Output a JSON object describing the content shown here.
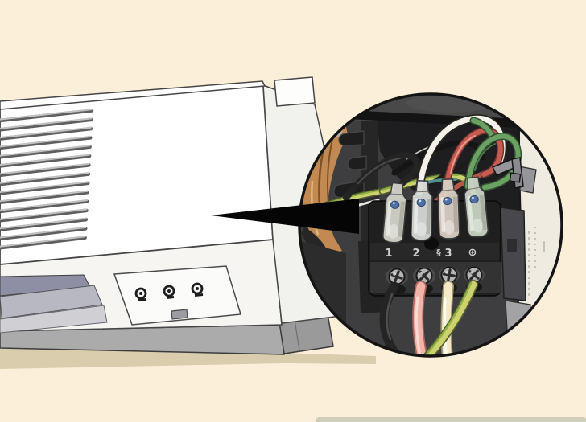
{
  "colors": {
    "background": "#fcefd9",
    "callout_background": "#3e3e40",
    "black_wire": "#242424",
    "white_wire": "#f4f2ea",
    "red_wire": "#c75b4f",
    "green_wire": "#6ba264",
    "ground_yellow": "#ccd36e",
    "ground_stripe": "#8fae44",
    "pink_wire": "#f2b3a9",
    "cream_wire": "#f3e9c6",
    "teal_wire": "#4e9090",
    "copper_coil": "#c28a52",
    "connector_dot": "#4f6fa5"
  },
  "callout": {
    "terminals": {
      "labels": [
        "1",
        "2",
        "3"
      ],
      "signal_symbol": "§",
      "ground_symbol": "⊕"
    }
  }
}
